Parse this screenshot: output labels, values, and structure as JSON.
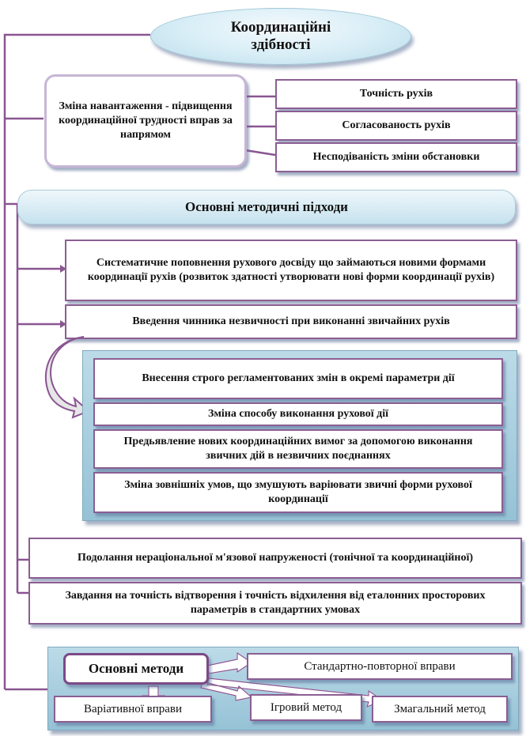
{
  "title": "Координаційні здібності",
  "load_change": "Зміна навантаження - підвищення координаційної трудності вправ за напрямом",
  "directions": [
    "Точність рухів",
    "Согласованость рухів",
    "Несподіваність зміни обстановки"
  ],
  "approaches_title": "Основні методичні підходи",
  "approaches": [
    "Систематичне поповнення рухового досвіду що займаються новими формами координації рухів (розвиток здатності утворювати нові форми координації рухів)",
    "Введення чинника незвичності при виконанні звичайних рухів"
  ],
  "sub_approaches": [
    "Внесення строго регламентованих змін в окремі параметри дії",
    "Зміна способу виконання рухової дії",
    "Предьявление нових координаційних вимог за допомогою виконання звичних дій в незвичних поєднаннях",
    "Зміна зовнішніх умов, що змушують варіювати звичні форми рухової координації"
  ],
  "more_approaches": [
    "Подолання нераціональної м'язової напруженості (тонічної та координаційної)",
    "Завдання на точність відтворення і точність відхилення від еталонних просторових параметрів в стандартних умовах"
  ],
  "methods_title": "Основні методи",
  "methods": {
    "standard": "Стандартно-повторної вправи",
    "variative": "Варіативної вправи",
    "game": "Ігровий метод",
    "competitive": "Змагальний метод"
  }
}
